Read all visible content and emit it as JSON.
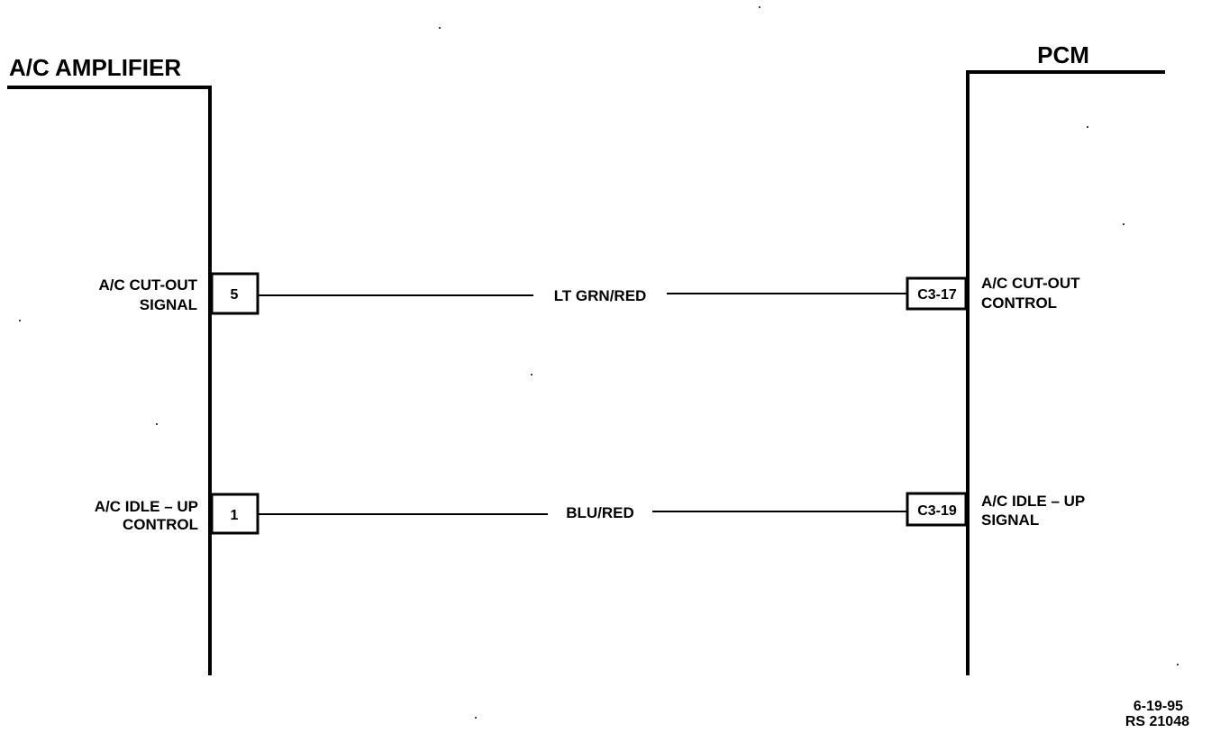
{
  "left_module": {
    "title": "A/C AMPLIFIER"
  },
  "right_module": {
    "title": "PCM"
  },
  "circuits": [
    {
      "left_label": [
        "A/C CUT-OUT",
        "SIGNAL"
      ],
      "left_pin": "5",
      "wire_color": "LT GRN/RED",
      "right_pin": "C3-17",
      "right_label": [
        "A/C  CUT-OUT",
        "CONTROL"
      ]
    },
    {
      "left_label": [
        "A/C IDLE – UP",
        "CONTROL"
      ],
      "left_pin": "1",
      "wire_color": "BLU/RED",
      "right_pin": "C3-19",
      "right_label": [
        "A/C IDLE – UP",
        "SIGNAL"
      ]
    }
  ],
  "footer": {
    "date": "6-19-95",
    "ref": "RS 21048"
  }
}
